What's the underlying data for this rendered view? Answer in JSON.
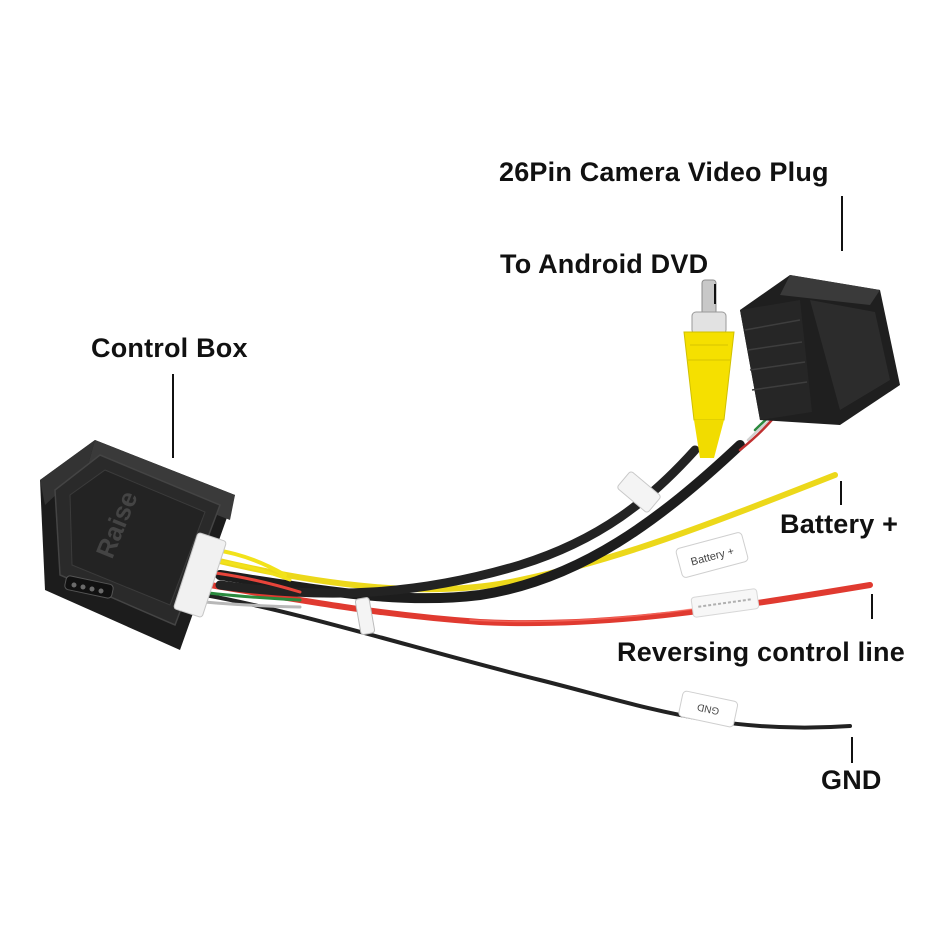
{
  "callouts": {
    "camera_plug": "26Pin Camera Video Plug",
    "android_dvd": "To Android DVD",
    "control_box": "Control Box",
    "battery": "Battery +",
    "reversing": "Reversing control line",
    "gnd": "GND"
  },
  "tags": {
    "battery_tag": "Battery +",
    "gnd_tag": "GND"
  },
  "box_brand": "Raise",
  "colors": {
    "background": "#ffffff",
    "label_text": "#111111",
    "control_box": "#2a2a2a",
    "rca_plug": "#f5e000",
    "wire_yellow": "#f2e21a",
    "wire_red": "#e8443a",
    "wire_black": "#222222"
  }
}
